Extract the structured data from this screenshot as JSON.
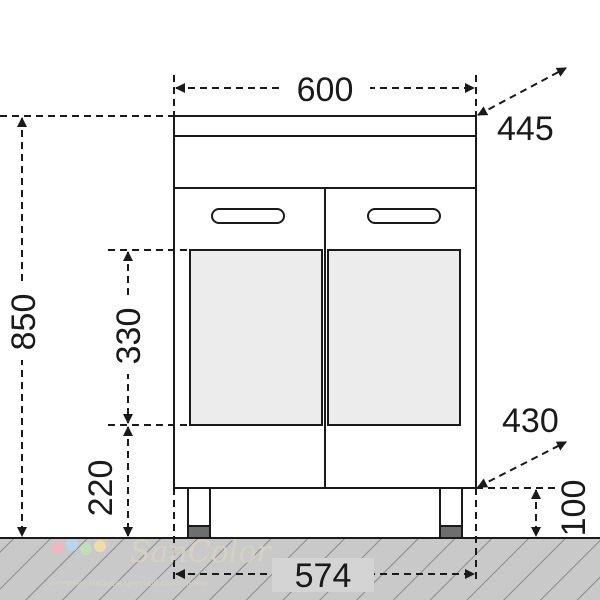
{
  "diagram": {
    "subject": "two-door vanity cabinet dimension drawing",
    "dimensions": {
      "width": "600",
      "depth_top": "445",
      "height": "850",
      "glass_panel_height": "330",
      "plinth_height": "220",
      "depth_bottom": "430",
      "leg_height": "100",
      "base_width": "574"
    }
  },
  "watermark": {
    "brand": "SanColor",
    "tagline": "интернет-магазин цветной сантехники"
  },
  "colors": {
    "line": "#1a1a1a",
    "glass": "#ececec",
    "hatch": "#c9c9c9",
    "leg_foot": "#6e6e6e",
    "watermark": "#d8d2c2"
  }
}
